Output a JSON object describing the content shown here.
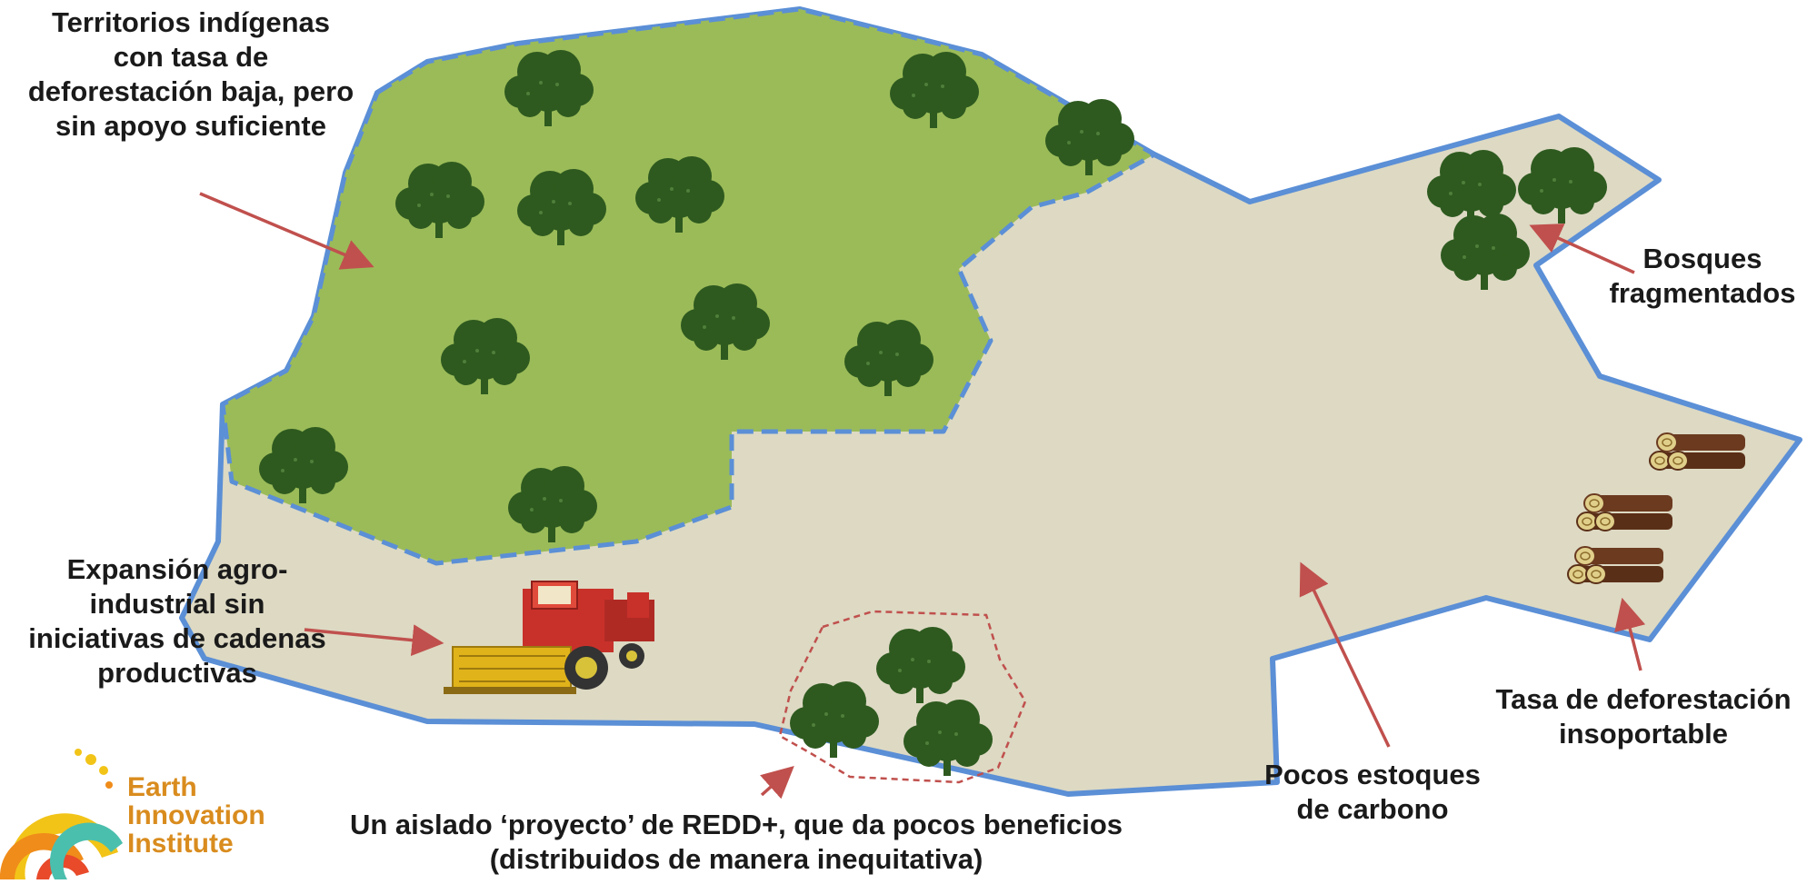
{
  "colors": {
    "border_blue": "#5b8fd6",
    "forest_green": "#9bbb59",
    "degraded_beige": "#ddd9c3",
    "arrow_red": "#c0504d",
    "tree_green": "#2e5a1f",
    "logo_orange": "#d98c1e"
  },
  "labels": {
    "indigenous": [
      "Territorios indígenas",
      "con tasa de",
      "deforestación baja, pero",
      "sin apoyo suficiente"
    ],
    "fragmented": [
      "Bosques",
      "fragmentados"
    ],
    "agro": [
      "Expansión agro-",
      "industrial sin",
      "iniciativas de cadenas",
      "productivas"
    ],
    "deforestation_rate": [
      "Tasa de deforestación",
      "insoportable"
    ],
    "carbon": [
      "Pocos estoques",
      "de carbono"
    ],
    "redd": [
      "Un aislado ‘proyecto’ de REDD+, que da pocos beneficios",
      "(distribuidos de manera inequitativa)"
    ]
  },
  "logo": {
    "lines": [
      "Earth",
      "Innovation",
      "Institute"
    ]
  },
  "icons": [
    "tree-icon",
    "harvester-icon",
    "log-pile-icon",
    "arrow-icon",
    "logo-sun-icon"
  ]
}
